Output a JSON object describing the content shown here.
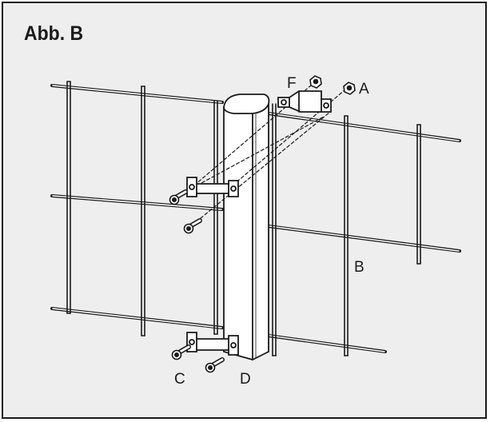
{
  "figure": {
    "title": "Abb. B",
    "labels": {
      "a": "A",
      "b": "B",
      "c": "C",
      "d": "D",
      "f": "F"
    }
  }
}
